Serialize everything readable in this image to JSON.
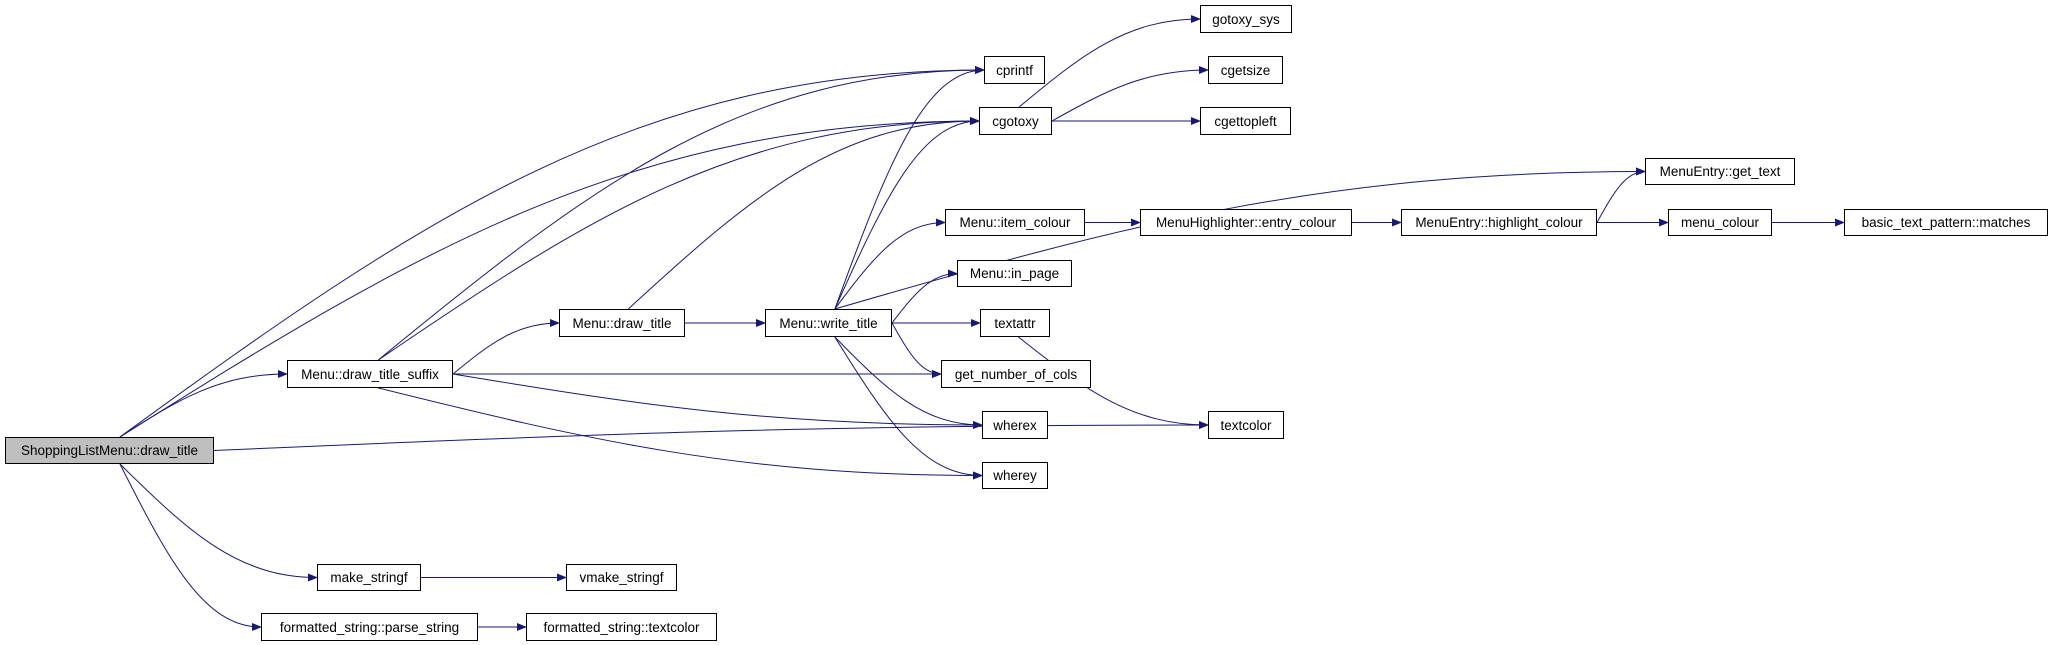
{
  "graph": {
    "type": "call-graph",
    "edge_color": "#191970",
    "root_fill": "#bfbfbf",
    "nodes": [
      {
        "id": "slm_draw_title",
        "label": "ShoppingListMenu::draw_title",
        "root": true
      },
      {
        "id": "draw_title_suffix",
        "label": "Menu::draw_title_suffix"
      },
      {
        "id": "menu_draw_title",
        "label": "Menu::draw_title"
      },
      {
        "id": "write_title",
        "label": "Menu::write_title"
      },
      {
        "id": "make_stringf",
        "label": "make_stringf"
      },
      {
        "id": "vmake_stringf",
        "label": "vmake_stringf"
      },
      {
        "id": "parse_string",
        "label": "formatted_string::parse_string"
      },
      {
        "id": "fs_textcolor",
        "label": "formatted_string::textcolor"
      },
      {
        "id": "cprintf",
        "label": "cprintf"
      },
      {
        "id": "cgotoxy",
        "label": "cgotoxy"
      },
      {
        "id": "item_colour",
        "label": "Menu::item_colour"
      },
      {
        "id": "in_page",
        "label": "Menu::in_page"
      },
      {
        "id": "textattr",
        "label": "textattr"
      },
      {
        "id": "get_number_of_cols",
        "label": "get_number_of_cols"
      },
      {
        "id": "wherex",
        "label": "wherex"
      },
      {
        "id": "wherey",
        "label": "wherey"
      },
      {
        "id": "gotoxy_sys",
        "label": "gotoxy_sys"
      },
      {
        "id": "cgetsize",
        "label": "cgetsize"
      },
      {
        "id": "cgettopleft",
        "label": "cgettopleft"
      },
      {
        "id": "get_text",
        "label": "MenuEntry::get_text"
      },
      {
        "id": "entry_colour",
        "label": "MenuHighlighter::entry_colour"
      },
      {
        "id": "highlight_colour",
        "label": "MenuEntry::highlight_colour"
      },
      {
        "id": "menu_colour",
        "label": "menu_colour"
      },
      {
        "id": "matches",
        "label": "basic_text_pattern::matches"
      },
      {
        "id": "textcolor",
        "label": "textcolor"
      }
    ],
    "edges": [
      [
        "slm_draw_title",
        "cprintf"
      ],
      [
        "slm_draw_title",
        "cgotoxy"
      ],
      [
        "slm_draw_title",
        "draw_title_suffix"
      ],
      [
        "slm_draw_title",
        "textcolor"
      ],
      [
        "slm_draw_title",
        "make_stringf"
      ],
      [
        "slm_draw_title",
        "parse_string"
      ],
      [
        "draw_title_suffix",
        "cprintf"
      ],
      [
        "draw_title_suffix",
        "cgotoxy"
      ],
      [
        "draw_title_suffix",
        "menu_draw_title"
      ],
      [
        "draw_title_suffix",
        "get_number_of_cols"
      ],
      [
        "draw_title_suffix",
        "wherex"
      ],
      [
        "draw_title_suffix",
        "wherey"
      ],
      [
        "menu_draw_title",
        "write_title"
      ],
      [
        "menu_draw_title",
        "cgotoxy"
      ],
      [
        "write_title",
        "cprintf"
      ],
      [
        "write_title",
        "cgotoxy"
      ],
      [
        "write_title",
        "get_text"
      ],
      [
        "write_title",
        "item_colour"
      ],
      [
        "write_title",
        "in_page"
      ],
      [
        "write_title",
        "textattr"
      ],
      [
        "write_title",
        "get_number_of_cols"
      ],
      [
        "write_title",
        "wherex"
      ],
      [
        "write_title",
        "wherey"
      ],
      [
        "cgotoxy",
        "gotoxy_sys"
      ],
      [
        "cgotoxy",
        "cgetsize"
      ],
      [
        "cgotoxy",
        "cgettopleft"
      ],
      [
        "item_colour",
        "entry_colour"
      ],
      [
        "entry_colour",
        "highlight_colour"
      ],
      [
        "highlight_colour",
        "get_text"
      ],
      [
        "highlight_colour",
        "menu_colour"
      ],
      [
        "menu_colour",
        "matches"
      ],
      [
        "textattr",
        "textcolor"
      ],
      [
        "make_stringf",
        "vmake_stringf"
      ],
      [
        "parse_string",
        "fs_textcolor"
      ]
    ]
  }
}
